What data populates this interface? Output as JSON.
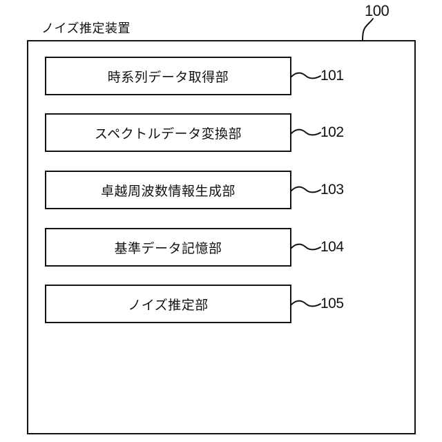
{
  "figure": {
    "device_label": "ノイズ推定装置",
    "reference_number": "100",
    "blocks": [
      {
        "label": "時系列データ取得部",
        "ref": "101"
      },
      {
        "label": "スペクトルデータ変換部",
        "ref": "102"
      },
      {
        "label": "卓越周波数情報生成部",
        "ref": "103"
      },
      {
        "label": "基準データ記憶部",
        "ref": "104"
      },
      {
        "label": "ノイズ推定部",
        "ref": "105"
      }
    ],
    "colors": {
      "line": "#111111",
      "background": "#ffffff"
    }
  }
}
